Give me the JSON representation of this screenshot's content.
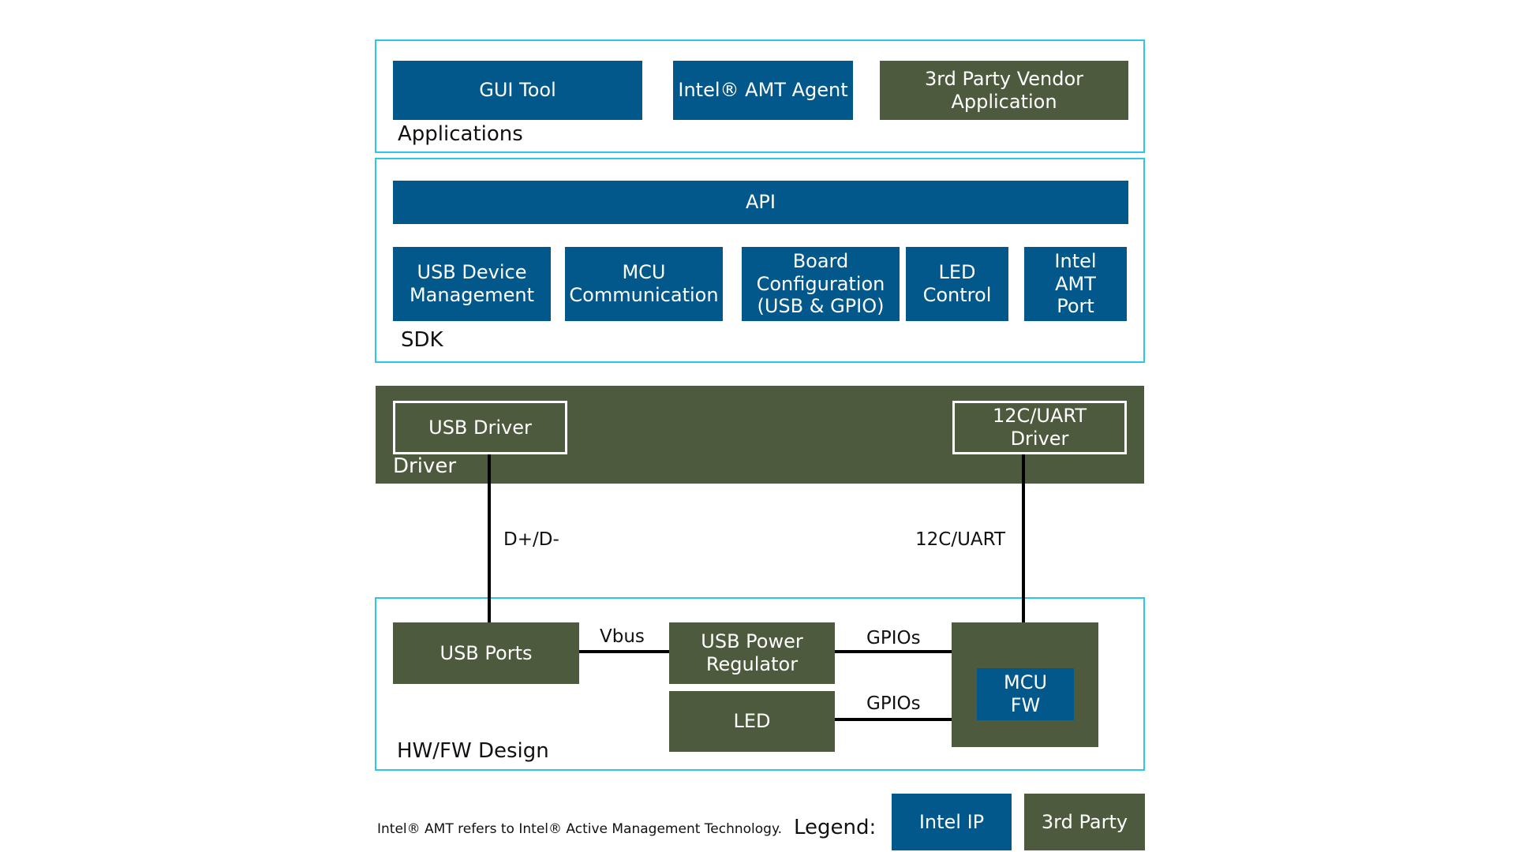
{
  "applications": {
    "label": "Applications",
    "gui_tool": "GUI Tool",
    "amt_agent": "Intel® AMT Agent",
    "vendor_app": "3rd Party Vendor\nApplication"
  },
  "sdk": {
    "label": "SDK",
    "api": "API",
    "usb_device_mgmt": "USB Device\nManagement",
    "mcu_comm": "MCU\nCommunication",
    "board_config": "Board\nConfiguration\n(USB & GPIO)",
    "led_control": "LED\nControl",
    "amt_port": "Intel\nAMT\nPort"
  },
  "driver": {
    "label": "Driver",
    "usb_driver": "USB Driver",
    "i2c_uart_driver": "12C/UART\nDriver"
  },
  "connections": {
    "usb_link": "D+/D-",
    "serial_link": "12C/UART",
    "vbus": "Vbus",
    "gpios_top": "GPIOs",
    "gpios_bottom": "GPIOs"
  },
  "hwfw": {
    "label": "HW/FW Design",
    "usb_ports": "USB Ports",
    "usb_power_regulator": "USB Power\nRegulator",
    "led": "LED",
    "mcu_fw": "MCU\nFW"
  },
  "footer": {
    "note": "Intel® AMT refers to Intel® Active Management Technology.",
    "legend_label": "Legend:",
    "legend_intel": "Intel IP",
    "legend_third": "3rd Party"
  },
  "colors": {
    "intel_ip": "#02588a",
    "third_party": "#4e5a3d",
    "layer_border": "#2cc7e8"
  }
}
